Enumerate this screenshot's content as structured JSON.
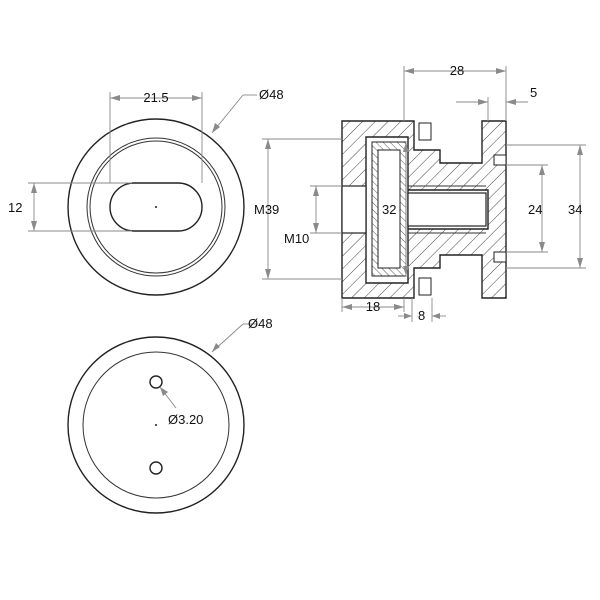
{
  "labels": {
    "top_width": "21.5",
    "top_diameter": "Ø48",
    "slot_height": "12",
    "bottom_diameter": "Ø48",
    "hole_diameter": "Ø3.20",
    "section_total_width": "28",
    "flange_width": "5",
    "thread_m39": "M39",
    "thread_m10": "M10",
    "inner_32": "32",
    "inner_24": "24",
    "height_34": "34",
    "depth_18": "18",
    "depth_8": "8"
  }
}
